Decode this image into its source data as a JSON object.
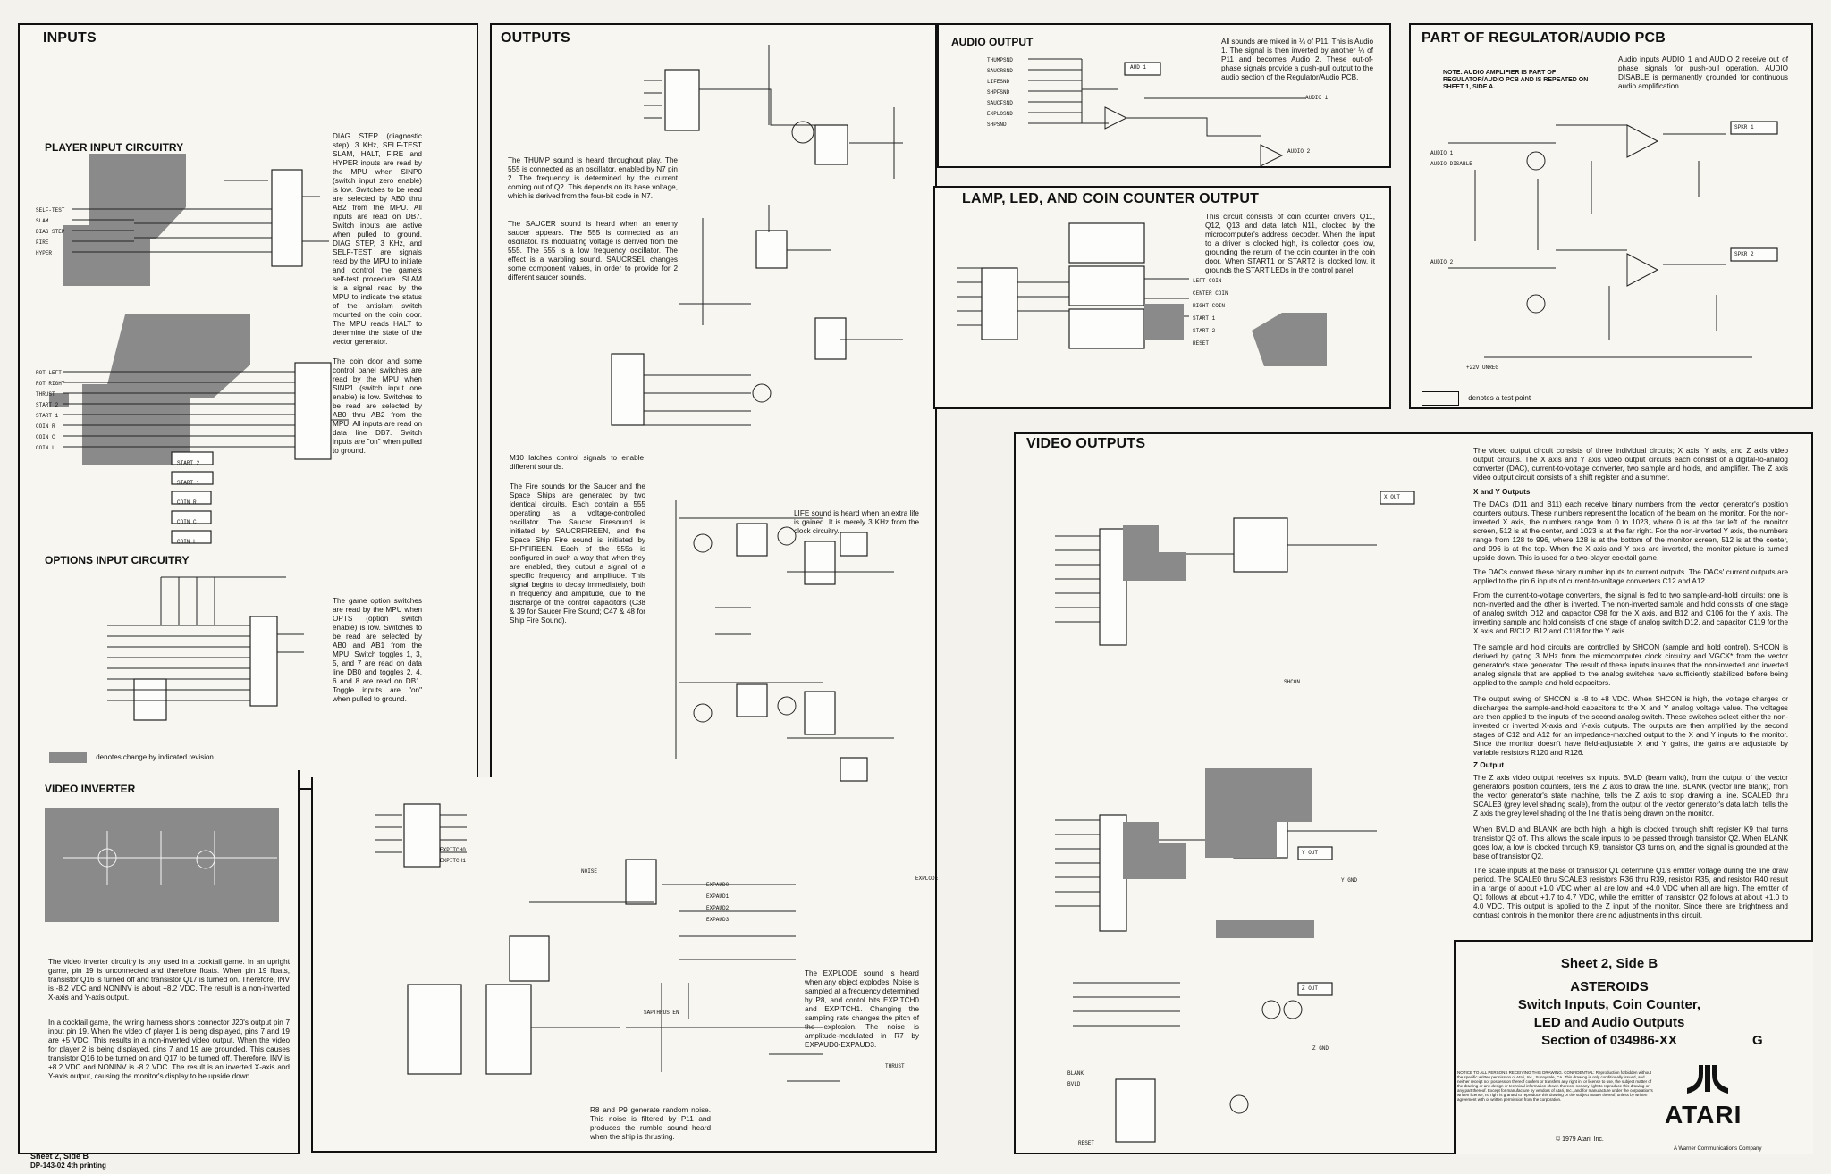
{
  "panels": {
    "inputs": {
      "title": "INPUTS"
    },
    "player_input": {
      "title": "PLAYER INPUT CIRCUITRY"
    },
    "options_input": {
      "title": "OPTIONS INPUT CIRCUITRY"
    },
    "video_inverter": {
      "title": "VIDEO INVERTER"
    },
    "outputs": {
      "title": "OUTPUTS"
    },
    "audio_output": {
      "title": "AUDIO OUTPUT"
    },
    "lamp_led": {
      "title": "LAMP, LED, AND COIN COUNTER OUTPUT"
    },
    "regulator": {
      "title": "PART OF REGULATOR/AUDIO PCB"
    },
    "video_outputs": {
      "title": "VIDEO OUTPUTS"
    }
  },
  "texts": {
    "diag_step": "DIAG STEP (diagnostic step), 3 KHz, SELF-TEST SLAM, HALT, FIRE and HYPER inputs are read by the MPU when SINP0 (switch input zero enable) is low. Switches to be read are selected by AB0 thru AB2 from the MPU. All inputs are read on DB7. Switch inputs are active when pulled to ground. DIAG STEP, 3 KHz, and SELF-TEST are signals read by the MPU to initiate and control the game's self-test procedure. SLAM is a signal read by the MPU to indicate the status of the antislam switch mounted on the coin door. The MPU reads HALT to determine the state of the vector generator.",
    "coin_door": "The coin door and some control panel switches are read by the MPU when SINP1 (switch input one enable) is low. Switches to be read are selected by AB0 thru AB2 from the MPU. All inputs are read on data line DB7. Switch inputs are \"on\" when pulled to ground.",
    "game_option": "The game option switches are read by the MPU when OPTS (option switch enable) is low. Switches to be read are selected by AB0 and AB1 from the MPU. Switch toggles 1, 3, 5, and 7 are read on data line DB0 and toggles 2, 4, 6 and 8 are read on DB1. Toggle inputs are \"on\" when pulled to ground.",
    "revision_legend": "denotes change by indicated revision",
    "video_inverter_1": "The video inverter circuitry is only used in a cocktail game. In an upright game, pin 19 is unconnected and therefore floats. When pin 19 floats, transistor Q16 is turned off and transistor Q17 is turned on. Therefore, INV is -8.2 VDC and NONINV is about +8.2 VDC. The result is a non-inverted X-axis and Y-axis output.",
    "video_inverter_2": "In a cocktail game, the wiring harness shorts connector J20's output pin 7 input pin 19. When the video of player 1 is being displayed, pins 7 and 19 are +5 VDC. This results in a non-inverted video output. When the video for player 2 is being displayed, pins 7 and 19 are grounded. This causes transistor Q16 to be turned on and Q17 to be turned off. Therefore, INV is +8.2 VDC and NONINV is -8.2 VDC. The result is an inverted X-axis and Y-axis output, causing the monitor's display to be upside down.",
    "thump": "The THUMP sound is heard throughout play. The 555 is connected as an oscillator, enabled by N7 pin 2. The frequency is determined by the current coming out of Q2. This depends on its base voltage, which is derived from the four-bit code in N7.",
    "saucer": "The SAUCER sound is heard when an enemy saucer appears. The 555 is connected as an oscillator. Its modulating voltage is derived from the 555. The 555 is a low frequency oscillator. The effect is a warbling sound. SAUCRSEL changes some component values, in order to provide for 2 different saucer sounds.",
    "m10": "M10 latches control signals to enable different sounds.",
    "fire": "The Fire sounds for the Saucer and the Space Ships are generated by two identical circuits. Each contain a 555 operating as a voltage-controlled oscillator. The Saucer Firesound is initiated by SAUCRFIREEN, and the Space Ship Fire sound is initiated by SHPFIREEN. Each of the 555s is configured in such a way that when they are enabled, they output a signal of a specific frequency and amplitude. This signal begins to decay immediately, both in frequency and amplitude, due to the discharge of the control capacitors (C38 & 39 for Saucer Fire Sound; C47 & 48 for Ship Fire Sound).",
    "life": "LIFE sound is heard when an extra life is gained. It is merely 3 KHz from the clock circuitry.",
    "explode": "The EXPLODE sound is heard when any object explodes. Noise is sampled at a frecuency determined by P8, and contol bits EXPITCH0 and EXPITCH1. Changing the sampling rate changes the pitch of the explosion. The noise is amplitude-modulated in R7 by EXPAUD0-EXPAUD3.",
    "noise": "R8 and P9 generate random noise. This noise is filtered by P11 and produces the rumble sound heard when the ship is thrusting.",
    "audio": "All sounds are mixed in ¼ of P11. This is Audio 1. The signal is then inverted by another ¼ of P11 and becomes Audio 2. These out-of-phase signals provide a push-pull output to the audio section of the Regulator/Audio PCB.",
    "lamp": "This circuit consists of coin counter drivers Q11, Q12, Q13 and data latch N11, clocked by the microcomputer's address decoder. When the input to a driver is clocked high, its collector goes low, grounding the return of the coin counter in the coin door. When START1 or START2 is clocked low, it grounds the START LEDs in the control panel.",
    "reg_note": "NOTE: AUDIO AMPLIFIER IS PART OF REGULATOR/AUDIO PCB AND IS REPEATED ON SHEET 1, SIDE A.",
    "reg_audio": "Audio inputs AUDIO 1 and AUDIO 2 receive out of phase signals for push-pull operation. AUDIO DISABLE is permanently grounded for continuous audio amplification.",
    "test_point": "denotes a test point",
    "vo_1": "The video output circuit consists of three individual circuits; X axis, Y axis, and Z axis video output circuits. The X axis and Y axis video output circuits each consist of a digital-to-analog converter (DAC), current-to-voltage converter, two sample and holds, and amplifier. The Z axis video output circuit consists of a shift register and a summer.",
    "vo_xy_head": "X and Y Outputs",
    "vo_2": "The DACs (D11 and B11) each receive binary numbers from the vector generator's position counters outputs. These numbers represent the location of the beam on the monitor. For the non-inverted X axis, the numbers range from 0 to 1023, where 0 is at the far left of the monitor screen, 512 is at the center, and 1023 is at the far right. For the non-inverted Y axis, the numbers range from 128 to 996, where 128 is at the bottom of the monitor screen, 512 is at the center, and 996 is at the top. When the X axis and Y axis are inverted, the monitor picture is turned upside down. This is used for a two-player cocktail game.",
    "vo_3": "The DACs convert these binary number inputs to current outputs. The DACs' current outputs are applied to the pin 6 inputs of current-to-voltage converters C12 and A12.",
    "vo_4": "From the current-to-voltage converters, the signal is fed to two sample-and-hold circuits: one is non-inverted and the other is inverted. The non-inverted sample and hold consists of one stage of analog switch D12 and capacitor C98 for the X axis, and B12 and C106 for the Y axis. The inverting sample and hold consists of one stage of analog switch D12, and capacitor C119 for the X axis and B/C12, B12 and C118 for the Y axis.",
    "vo_5": "The sample and hold circuits are controlled by SHCON (sample and hold control). SHCON is derived by gating 3 MHz from the microcomputer clock circuitry and VGCK* from the vector generator's state generator. The result of these inputs insures that the non-inverted and inverted analog signals that are applied to the analog switches have sufficiently stabilized before being applied to the sample and hold capacitors.",
    "vo_6": "The output swing of SHCON is -8 to +8 VDC. When SHCON is high, the voltage charges or discharges the sample-and-hold capacitors to the X and Y analog voltage value. The voltages are then applied to the inputs of the second analog switch. These switches select either the non-inverted or inverted X-axis and Y-axis outputs. The outputs are then amplified by the second stages of C12 and A12 for an impedance-matched output to the X and Y inputs to the monitor. Since the monitor doesn't have field-adjustable X and Y gains, the gains are adjustable by variable resistors R120 and R126.",
    "vo_z_head": "Z Output",
    "vo_7": "The Z axis video output receives six inputs. BVLD (beam valid), from the output of the vector generator's position counters, tells the Z axis to draw the line. BLANK (vector line blank), from the vector generator's state machine, tells the Z axis to stop drawing a line. SCALED thru SCALE3 (grey level shading scale), from the output of the vector generator's data latch, tells the Z axis the grey level shading of the line that is being drawn on the monitor.",
    "vo_8": "When BVLD and BLANK are both high, a high is clocked through shift register K9 that turns transistor Q3 off. This allows the scale inputs to be passed through transistor Q2. When BLANK goes low, a low is clocked through K9, transistor Q3 turns on, and the signal is grounded at the base of transistor Q2.",
    "vo_9": "The scale inputs at the base of transistor Q1 determine Q1's emitter voltage during the line draw period. The SCALE0 thru SCALE3 resistors R36 thru R39, resistor R35, and resistor R40 result in a range of about +1.0 VDC when all are low and +4.0 VDC when all are high. The emitter of Q1 follows at about +1.7 to 4.7 VDC, while the emitter of transistor Q2 follows at about +1.0 to 4.0 VDC. This output is applied to the Z input of the monitor. Since there are brightness and contrast controls in the monitor, there are no adjustments in this circuit."
  },
  "signals": {
    "player": [
      "SELF-TEST",
      "SLAM",
      "DIAG STEP",
      "FIRE",
      "HYPER"
    ],
    "player2": [
      "ROT LEFT",
      "ROT RIGHT",
      "THRUST",
      "START 2",
      "START 1",
      "COIN R",
      "COIN C",
      "COIN L"
    ],
    "start_boxes": [
      "START 2",
      "START 1",
      "COIN R",
      "COIN C",
      "COIN L"
    ],
    "audio_in": [
      "THUMPSND",
      "SAUCRSND",
      "LIFESND",
      "SHPFSND",
      "SAUCFSND",
      "EXPLOSND",
      "SHPSND"
    ],
    "audio_out": [
      "AUD 1",
      "AUDIO 1",
      "AUDIO 2"
    ],
    "lamp_out": [
      "LEFT COIN",
      "CENTER COIN",
      "RIGHT COIN",
      "START 1",
      "START 2",
      "RESET"
    ],
    "reg_labels": [
      "AUDIO 1",
      "AUDIO DISABLE",
      "AUDIO 2",
      "SPKR 1",
      "SPKR 2",
      "+22V UNREG"
    ],
    "video_out": [
      "X OUT",
      "Y OUT",
      "Z OUT",
      "Y GND",
      "Z GND",
      "SHCON",
      "RESET",
      "BVLD",
      "BLANK"
    ],
    "explode_out": [
      "EXPAUD0",
      "EXPAUD1",
      "EXPAUD2",
      "EXPAUD3",
      "EXPLODE",
      "EXPITCH0",
      "EXPITCH1",
      "NOISE",
      "SAPTHRUSTEN",
      "THRUST"
    ]
  },
  "sheet": {
    "line1": "Sheet 2, Side B",
    "line2": "ASTEROIDS",
    "line3": "Switch Inputs, Coin Counter,",
    "line4": "LED and Audio Outputs",
    "line5": "Section of 034986-XX",
    "rev": "G",
    "logo": "ATARI",
    "copyright": "© 1979 Atari, Inc.",
    "warner": "A Warner Communications Company",
    "notice": "NOTICE TO ALL PERSONS RECEIVING THIS DRAWING. CONFIDENTIAL: Reproduction forbidden without the specific written permission of Atari, Inc., Sunnyvale, CA. This drawing is only conditionally issued, and neither receipt nor possession thereof confers or transfers any right in, or license to use, the subject matter of the drawing or any design or technical information shown thereon, nor any right to reproduce this drawing or any part thereof. Except for manufacture by vendors of Atari, Inc., and for manufacture under the corporation's written license, no right is granted to reproduce this drawing or the subject matter thereof, unless by written agreement with or written permission from the corporation."
  },
  "footer": {
    "line1": "Sheet 2, Side B",
    "line2": "DP-143-02   4th printing"
  },
  "colors": {
    "border": "#111111",
    "shade": "#8a8a8a",
    "paper": "#f4f2ec"
  }
}
